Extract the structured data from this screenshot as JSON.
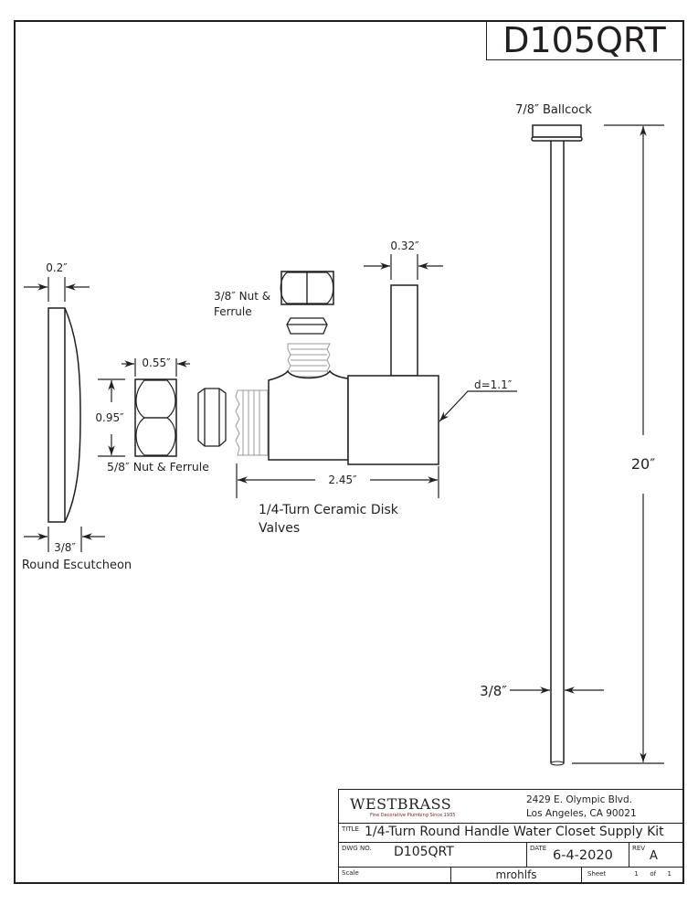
{
  "drawing_number": "D105QRT",
  "title_block": {
    "company": "WESTBRASS",
    "tagline": "Fine Decorative Plumbing Since 1935",
    "address_line1": "2429 E. Olympic Blvd.",
    "address_line2": "Los Angeles, CA 90021",
    "title_label": "TITLE",
    "title": "1/4-Turn Round Handle Water Closet Supply Kit",
    "dwg_no_label": "DWG NO.",
    "dwg_no": "D105QRT",
    "date_label": "DATE",
    "date": "6-4-2020",
    "rev_label": "REV",
    "rev": "A",
    "scale_label": "Scale",
    "drawn_by": "mrohlfs",
    "sheet_label": "Sheet",
    "sheet_number": "1",
    "sheet_of_label": "of",
    "sheet_total": "1"
  },
  "parts": {
    "escutcheon": {
      "name": "Round Escutcheon",
      "dim_depth": "0.2″",
      "dim_base": "3/8″"
    },
    "large_nut": {
      "name": "5/8″ Nut & Ferrule",
      "dim_width": "0.55″",
      "dim_height": "0.95″"
    },
    "small_nut": {
      "name_line1": "3/8″ Nut &",
      "name_line2": "Ferrule"
    },
    "valve": {
      "name_line1": "1/4-Turn Ceramic Disk",
      "name_line2": "Valves",
      "dim_length": "2.45″",
      "dim_handle": "0.32″",
      "dim_diameter": "d=1.1″"
    },
    "ballcock_tube": {
      "name": "7/8″ Ballcock",
      "dim_length": "20″",
      "dim_diameter": "3/8″"
    }
  }
}
